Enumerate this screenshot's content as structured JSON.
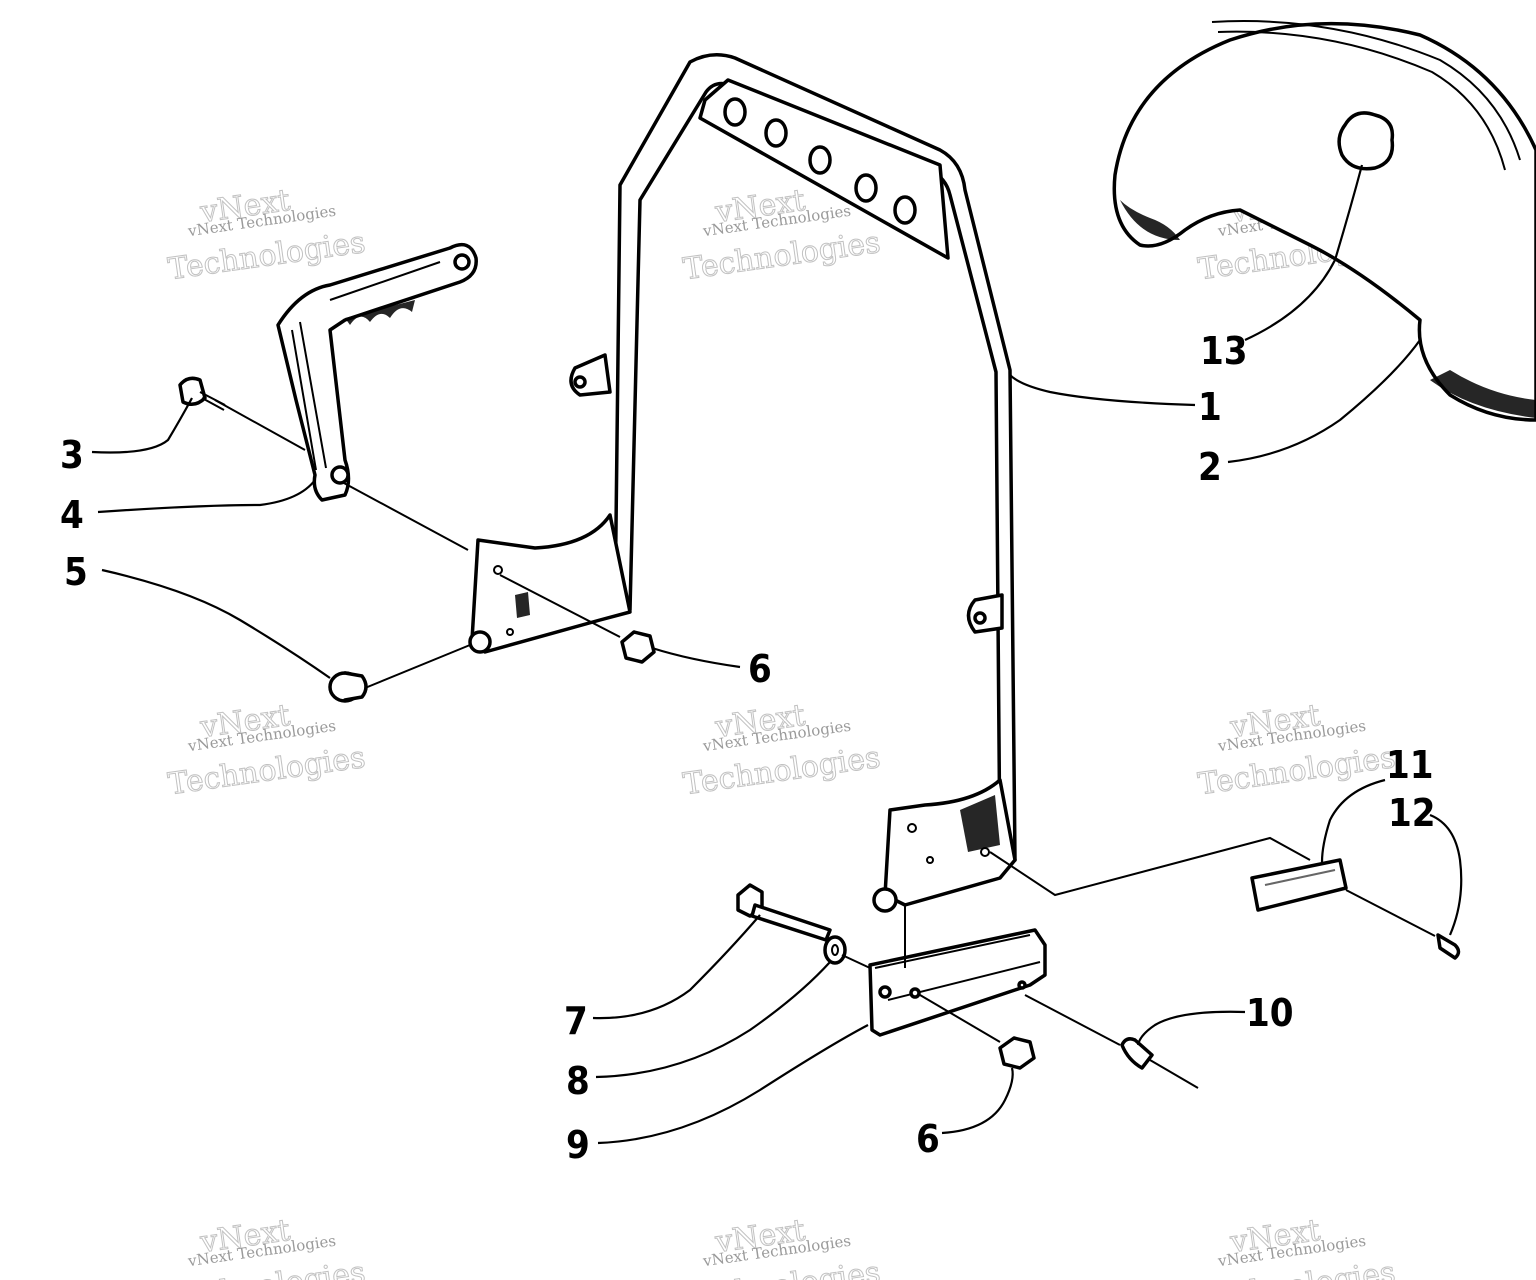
{
  "diagram": {
    "callouts": [
      "1",
      "2",
      "3",
      "4",
      "5",
      "6",
      "6",
      "7",
      "8",
      "9",
      "10",
      "11",
      "12",
      "13"
    ],
    "watermark": {
      "line1": "vNext",
      "line2": "vNext Technologies",
      "line3": "Technologies"
    }
  }
}
